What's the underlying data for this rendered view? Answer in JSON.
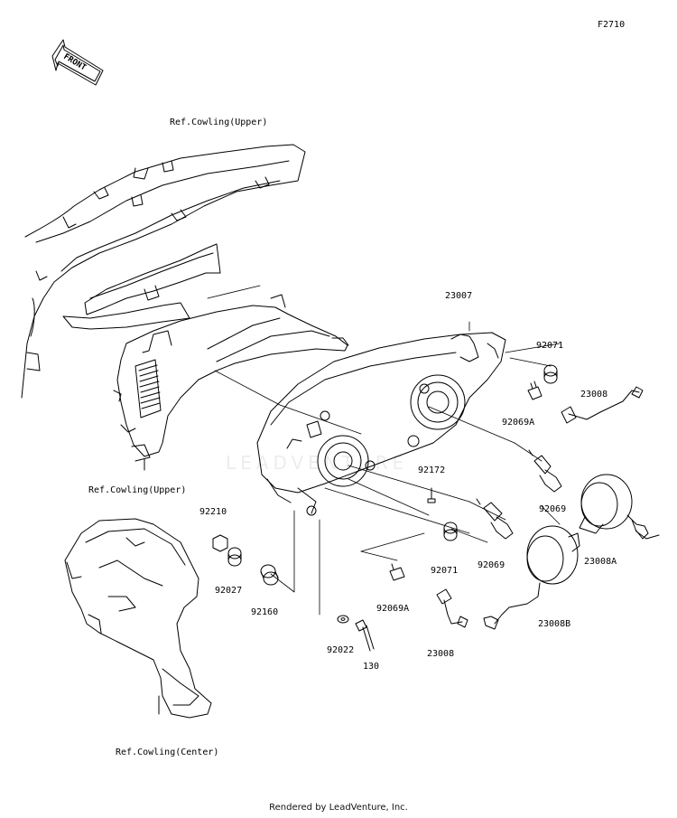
{
  "figure_code": "F2710",
  "front_arrow_text": "FRONT",
  "watermark": "LEADVENTURE",
  "footer": "Rendered by LeadVenture, Inc.",
  "labels": {
    "ref_cowling_upper_top": "Ref.Cowling(Upper)",
    "ref_cowling_upper_left": "Ref.Cowling(Upper)",
    "ref_cowling_center": "Ref.Cowling(Center)",
    "p23007": "23007",
    "p92071_top": "92071",
    "p23008_top": "23008",
    "p92069A_top": "92069A",
    "p92172": "92172",
    "p92069_right": "92069",
    "p23008A": "23008A",
    "p92071_mid": "92071",
    "p92069_mid": "92069",
    "p92210": "92210",
    "p92027": "92027",
    "p92160": "92160",
    "p92069A_bottom": "92069A",
    "p23008B": "23008B",
    "p92022": "92022",
    "p130": "130",
    "p23008_bottom": "23008"
  }
}
